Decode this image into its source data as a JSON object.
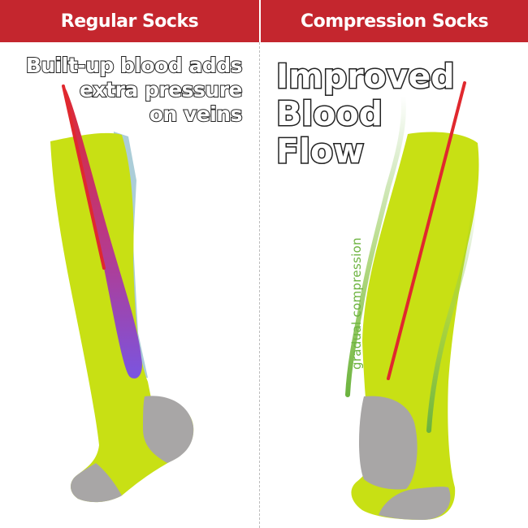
{
  "headers": {
    "left": "Regular Socks",
    "right": "Compression Socks"
  },
  "left_panel": {
    "note_lines": [
      "Built-up blood adds",
      "extra pressure",
      "on veins"
    ]
  },
  "right_panel": {
    "title_lines": [
      "Improved",
      "Blood",
      "Flow"
    ],
    "side_label": "gradual compression"
  },
  "colors": {
    "header_bg": "#c4262e",
    "sock_green": "#c8e014",
    "sock_grey": "#a8a6a6",
    "vein_red": "#e0282e",
    "pooled_blood": "#8b4fd0",
    "compression_green": "#6cb33f"
  }
}
